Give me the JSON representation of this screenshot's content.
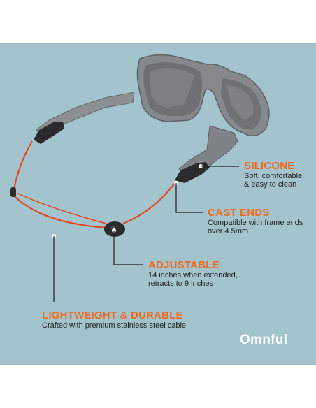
{
  "callouts": {
    "silicone": {
      "title": "SILICONE",
      "lines": [
        "Soft, comfortable",
        "& easy to clean"
      ]
    },
    "cast_ends": {
      "title": "CAST ENDS",
      "lines": [
        "Compatible with frame ends",
        "over 4.5mm"
      ]
    },
    "adjustable": {
      "title": "ADJUSTABLE",
      "lines": [
        "14 inches when extended,",
        "retracts to 9 inches"
      ]
    },
    "lightweight": {
      "title": "LIGHTWEIGHT & DURABLE",
      "lines": [
        "Crafted with premium stainless steel cable"
      ]
    }
  },
  "brand": "Omnful",
  "colors": {
    "background": "#a3c3cd",
    "accent": "#f06a1e",
    "cable": "#e8401c",
    "frame": "#8a8d91"
  }
}
